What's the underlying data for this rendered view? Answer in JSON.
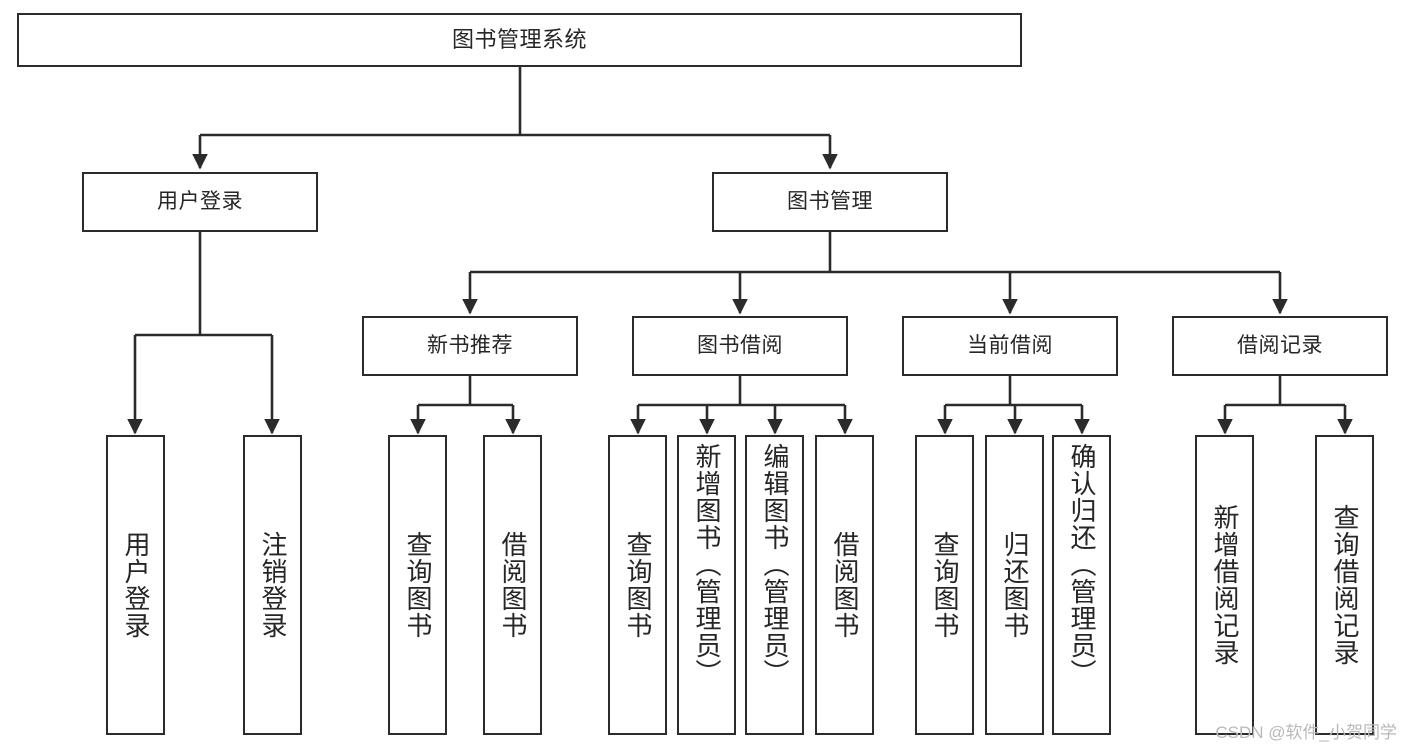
{
  "diagram": {
    "title": "图书管理系统",
    "type": "tree",
    "colors": {
      "stroke": "#2b2b2b",
      "fill": "#ffffff",
      "text": "#262626",
      "watermark": "#b9b9b9"
    },
    "root": {
      "label": "图书管理系统"
    },
    "level2": [
      {
        "label": "用户登录"
      },
      {
        "label": "图书管理"
      }
    ],
    "level3": [
      {
        "label": "新书推荐"
      },
      {
        "label": "图书借阅"
      },
      {
        "label": "当前借阅"
      },
      {
        "label": "借阅记录"
      }
    ],
    "leaves": {
      "user_login": [
        {
          "label": "用户登录"
        },
        {
          "label": "注销登录"
        }
      ],
      "new_book": [
        {
          "label": "查询图书"
        },
        {
          "label": "借阅图书"
        }
      ],
      "borrow_book": [
        {
          "label": "查询图书"
        },
        {
          "label": "新增图书（管理员）"
        },
        {
          "label": "编辑图书（管理员）"
        },
        {
          "label": "借阅图书"
        }
      ],
      "current_borrow": [
        {
          "label": "查询图书"
        },
        {
          "label": "归还图书"
        },
        {
          "label": "确认归还（管理员）"
        }
      ],
      "borrow_record": [
        {
          "label": "新增借阅记录"
        },
        {
          "label": "查询借阅记录"
        }
      ]
    }
  },
  "watermark": {
    "text": "CSDN @软件_小贺同学"
  }
}
